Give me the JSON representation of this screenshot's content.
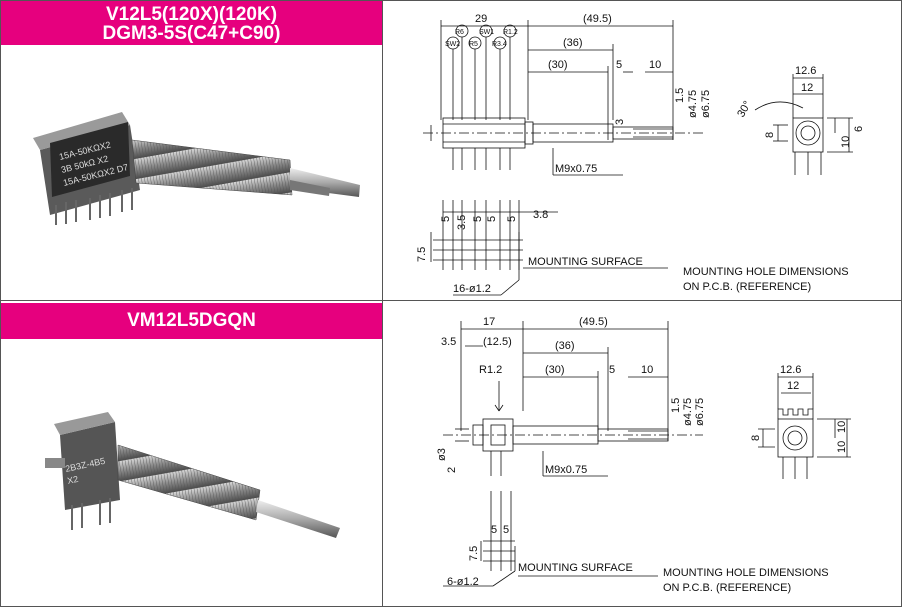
{
  "section1": {
    "title_line1": "V12L5(120X)(120K)",
    "title_line2": "DGM3-5S(C47+C90)",
    "photo_markings": [
      "15A-50KΩX2",
      "3B 50kΩ X2",
      "15A-50KΩX2 D7"
    ],
    "drawing": {
      "dims": {
        "d29": "29",
        "d49": "(49.5)",
        "d36": "(36)",
        "d30": "(30)",
        "d5a": "5",
        "d10": "10",
        "d1_5": "1.5",
        "d3": "3",
        "dphi475": "ø4.75",
        "dphi675": "ø6.75",
        "m9": "M9x0.75",
        "p5_1": "5",
        "p3_5": "3.5",
        "p5_2": "5",
        "p5_3": "5",
        "p5_4": "5",
        "p3_8": "3.8",
        "d7_5": "7.5",
        "holes": "16-ø1.2",
        "w12_6": "12.6",
        "w12": "12",
        "ang30": "30°",
        "h8": "8",
        "h6": "6",
        "h10": "10"
      },
      "terminals": [
        "R6",
        "SW1",
        "R1.2",
        "SW2",
        "R5",
        "R3.4"
      ],
      "mounting_surface": "MOUNTING SURFACE",
      "hole_note_line1": "MOUNTING HOLE DIMENSIONS",
      "hole_note_line2": "ON P.C.B. (REFERENCE)"
    }
  },
  "section2": {
    "title": "VM12L5DGQN",
    "photo_markings": [
      "2B3Z-4B5",
      "X2"
    ],
    "drawing": {
      "dims": {
        "d3_5": "3.5",
        "d17": "17",
        "d49": "(49.5)",
        "d12_5": "(12.5)",
        "d36": "(36)",
        "r12": "R1.2",
        "d30": "(30)",
        "d5": "5",
        "d10": "10",
        "d1_5": "1.5",
        "dphi475": "ø4.75",
        "dphi675": "ø6.75",
        "dphi3": "ø3",
        "d2": "2",
        "m9": "M9x0.75",
        "p5a": "5",
        "p5b": "5",
        "d7_5": "7.5",
        "holes": "6-ø1.2",
        "w12_6": "12.6",
        "w12": "12",
        "h8": "8",
        "h10a": "10",
        "h10b": "10"
      },
      "mounting_surface": "MOUNTING SURFACE",
      "hole_note_line1": "MOUNTING HOLE DIMENSIONS",
      "hole_note_line2": "ON P.C.B. (REFERENCE)"
    }
  },
  "colors": {
    "banner": "#e6007e",
    "line": "#111111",
    "frame": "#555555"
  }
}
